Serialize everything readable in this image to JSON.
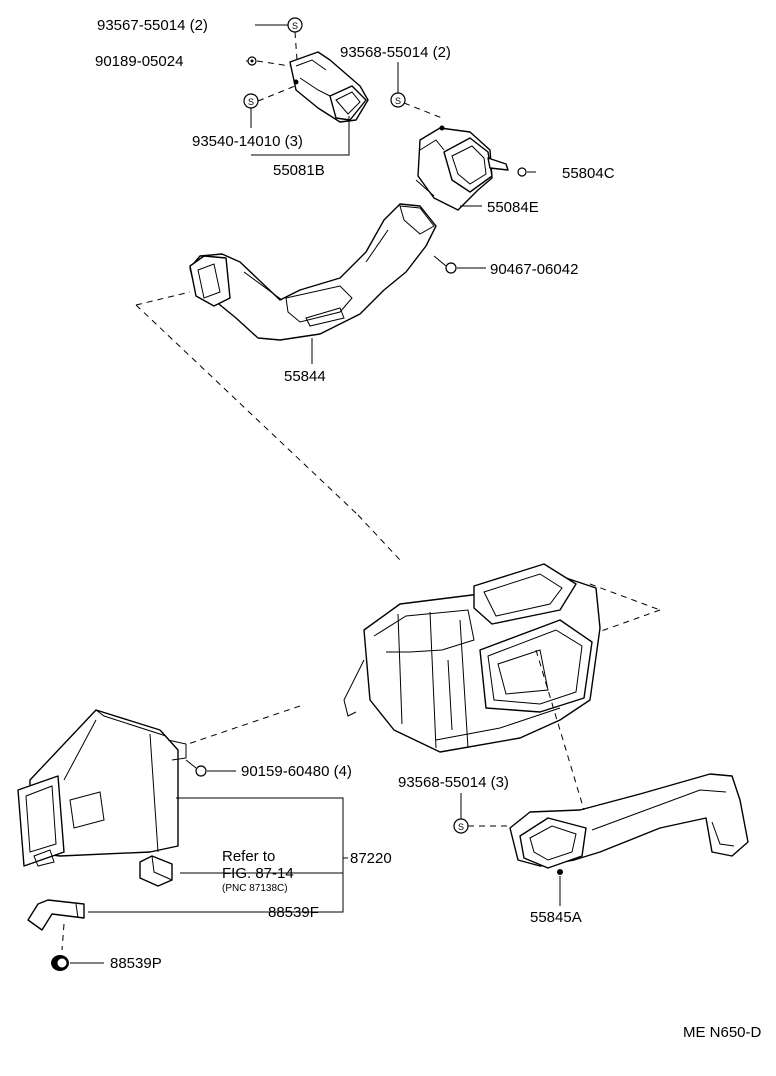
{
  "labels": {
    "p93567": "93567-55014 (2)",
    "p90189": "90189-05024",
    "p93568a": "93568-55014 (2)",
    "p93540": "93540-14010 (3)",
    "p55081b": "55081B",
    "p55804c": "55804C",
    "p55084e": "55084E",
    "p90467": "90467-06042",
    "p55844": "55844",
    "p90159": "90159-60480 (4)",
    "p93568b": "93568-55014 (3)",
    "p87220": "87220",
    "refer_line1": "Refer to",
    "refer_line2": "FIG. 87-14",
    "refer_line3": "(PNC 87138C)",
    "p88539f": "88539F",
    "p55845a": "55845A",
    "p88539p": "88539P",
    "fig_code": "ME N650-D"
  },
  "screw_symbol": "S",
  "icons": [
    "screw-s-symbol",
    "bolt-icon",
    "nut-icon"
  ]
}
